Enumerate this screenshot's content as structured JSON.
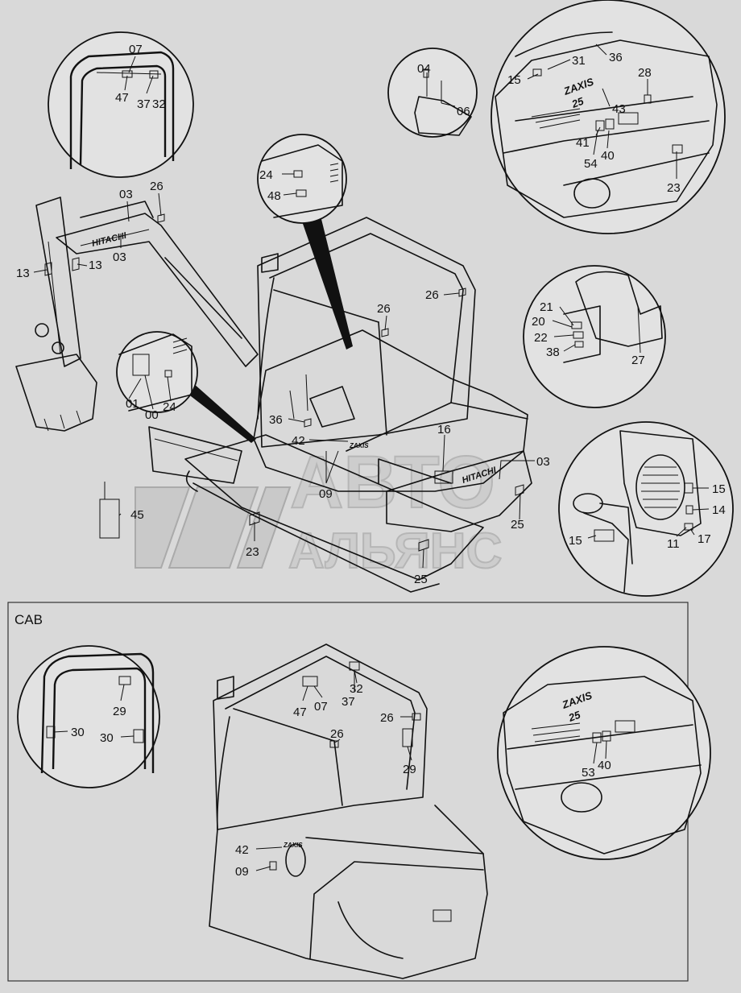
{
  "section_title": "CAB",
  "brand": {
    "hitachi": "HITACHI",
    "model_line1": "ZAXIS",
    "model_line2": "25"
  },
  "watermark": {
    "line1": "АВТО",
    "line2": "АЛЬЯНС"
  },
  "labels": {
    "l07a": "07",
    "l47a": "47",
    "l37a": "37",
    "l32a": "32",
    "l04": "04",
    "l06": "06",
    "l31": "31",
    "l36a": "36",
    "l15a": "15",
    "l28": "28",
    "l43": "43",
    "l41": "41",
    "l54": "54",
    "l40a": "40",
    "l23a": "23",
    "l24a": "24",
    "l48": "48",
    "l03a": "03",
    "l26a": "26",
    "l13a": "13",
    "l13b": "13",
    "l03b": "03",
    "l26b": "26",
    "l26c": "26",
    "l21": "21",
    "l20": "20",
    "l22": "22",
    "l38": "38",
    "l27": "27",
    "l01": "01",
    "l00": "00",
    "l24b": "24",
    "l36b": "36",
    "l42a": "42",
    "l16": "16",
    "l03c": "03",
    "l09a": "09",
    "l45": "45",
    "l23b": "23",
    "l25a": "25",
    "l25b": "25",
    "l15b": "15",
    "l14": "14",
    "l15c": "15",
    "l11": "11",
    "l17": "17",
    "l29a": "29",
    "l30a": "30",
    "l30b": "30",
    "l32b": "32",
    "l47b": "47",
    "l07b": "07",
    "l37b": "37",
    "l26d": "26",
    "l26e": "26",
    "l29b": "29",
    "l42b": "42",
    "l09b": "09",
    "l53": "53",
    "l40b": "40"
  }
}
